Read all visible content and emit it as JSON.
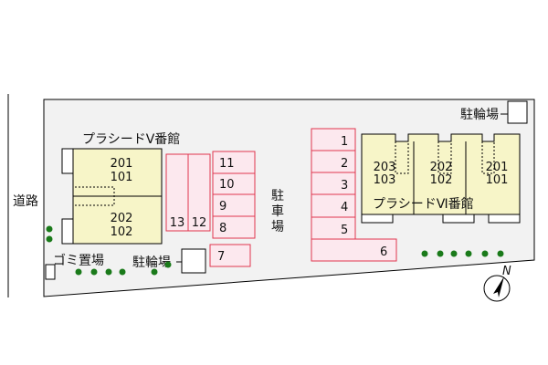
{
  "road": {
    "label": "道路"
  },
  "buildings": {
    "v": {
      "name": "プラシードⅤ番館",
      "units": [
        {
          "upper": "201",
          "lower": "101"
        },
        {
          "upper": "202",
          "lower": "102"
        }
      ]
    },
    "vi": {
      "name": "プラシードⅥ番館",
      "units": [
        {
          "upper": "203",
          "lower": "103"
        },
        {
          "upper": "202",
          "lower": "102"
        },
        {
          "upper": "201",
          "lower": "101"
        }
      ]
    }
  },
  "parking": {
    "label_chars": [
      "駐",
      "車",
      "場"
    ],
    "slots_west": [
      "13",
      "12",
      "11",
      "10",
      "9",
      "8",
      "7"
    ],
    "slots_east": [
      "1",
      "2",
      "3",
      "4",
      "5",
      "6"
    ]
  },
  "bicycle_parking": {
    "label": "駐輪場"
  },
  "garbage": {
    "label": "ゴミ置場"
  },
  "north": {
    "label": "N"
  },
  "colors": {
    "building_fill": "#f7f5c8",
    "parking_fill": "#fce8ee",
    "parking_stroke": "#e0364f",
    "site_fill": "#f2f2f2",
    "shrub": "#1a7a1a"
  }
}
